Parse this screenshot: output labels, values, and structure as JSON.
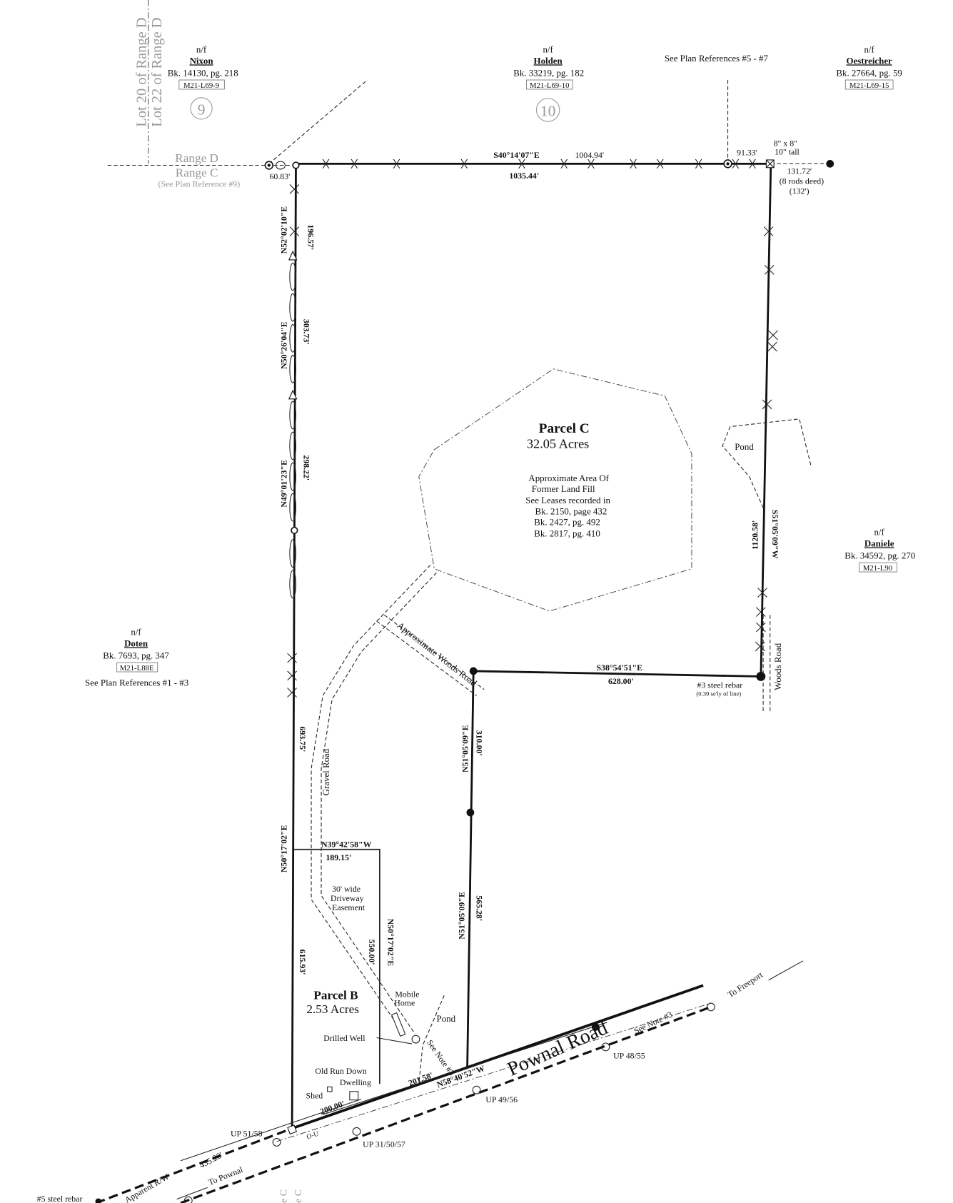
{
  "neighbors": {
    "nixon": {
      "nf": "n/f",
      "name": "Nixon",
      "deed": "Bk. 14130,  pg. 218",
      "map_id": "M21-L69-9",
      "lot_number": "9"
    },
    "holden": {
      "nf": "n/f",
      "name": "Holden",
      "deed": "Bk. 33219,  pg. 182",
      "map_id": "M21-L69-10",
      "lot_number": "10"
    },
    "oestreicher": {
      "nf": "n/f",
      "name": "Oestreicher",
      "deed": "Bk. 27664,  pg. 59",
      "map_id": "M21-L69-15"
    },
    "daniele": {
      "nf": "n/f",
      "name": "Daniele",
      "deed": "Bk. 34592,  pg. 270",
      "map_id": "M21-L90"
    },
    "doten": {
      "nf": "n/f",
      "name": "Doten",
      "deed": "Bk. 7693,  pg. 347",
      "map_id": "M21-L88E",
      "note": "See Plan References #1 - #3"
    }
  },
  "lot_labels": {
    "lot20": "Lot 20 of Range D",
    "lot22": "Lot 22 of Range D",
    "range_d": "Range D",
    "range_c": "Range C",
    "range_ref": "(See Plan Reference #9)",
    "plan_refs_5_7": "See Plan References #5 - #7",
    "bottom_c1": "e C",
    "bottom_c2": "e C"
  },
  "parcel_c": {
    "title": "Parcel C",
    "area": "32.05 Acres",
    "notes": [
      "Approximate Area Of",
      "Former Land Fill",
      "See Leases recorded in",
      "Bk. 2150, page 432",
      "Bk. 2427, pg. 492",
      "Bk. 2817, pg. 410"
    ]
  },
  "parcel_b": {
    "title": "Parcel B",
    "area": "2.53 Acres"
  },
  "bearings": {
    "top_bearing": "S40°14'07\"E",
    "top_deed": "1004.94'",
    "top_dist": "1035.44'",
    "top_left": "60.83'",
    "top_right": "91.33'",
    "post": "8\" x 8\"",
    "post2": "10\" tall",
    "ne_dist": "131.72'",
    "ne_deed": "(8 rods deed)",
    "ne_deed2": "(132')",
    "w1_bearing": "N52°02'10\"E",
    "w1_dist": "196.57'",
    "w2_bearing": "N50°26'04\"E",
    "w2_dist": "303.73'",
    "w3_bearing": "N49°01'23\"E",
    "w3_dist": "298.22'",
    "w4_dist": "693.75'",
    "w4_bearing": "N50°17'02\"E",
    "w5_dist": "615.93'",
    "e_dist": "1120.58'",
    "e_bearing": "S51°05'09\"W",
    "s_bearing": "S38°54'51\"E",
    "s_dist": "628.00'",
    "c_w1_bearing": "N51°05'09\"E",
    "c_w1_dist": "310.00'",
    "c_w2_bearing": "N51°05'09\"E",
    "c_w2_dist": "565.28'",
    "b_top_bearing": "N39°42'58\"W",
    "b_top_dist": "189.15'",
    "b_e_dist": "550.00'",
    "b_e_bearing": "N50°17'02\"E",
    "road_dist1": "200.00'",
    "road_dist2": "201.58'",
    "road_bearing": "N58°40'52\"W",
    "rw_dist": "435.20'"
  },
  "features": {
    "steel_rebar3": "#3 steel rebar",
    "steel_rebar3_note": "(0.39 se'ly of line)",
    "steel_rebar5": "#5 steel rebar",
    "pond1": "Pond",
    "pond2": "Pond",
    "woods_road": "Woods Road",
    "approx_woods_road": "Approximate Woods Road",
    "gravel_road": "Gravel Road",
    "easement": [
      "30' wide",
      "Driveway",
      "Easement"
    ],
    "mobile_home": [
      "Mobile",
      "Home"
    ],
    "drilled_well": "Drilled Well",
    "dwelling": [
      "Old Run Down",
      "Dwelling"
    ],
    "shed": "Shed",
    "see_note3": "See Note #3",
    "see_note3b": "See Note #3",
    "road_name": "Pownal Road",
    "to_freeport": "To Freeport",
    "to_pownal": "To Pownal",
    "apparent_rw": "Apparent R/W",
    "up1": "UP 51/58",
    "up2": "UP 31/50/57",
    "up3": "UP 49/56",
    "up4": "UP 48/55",
    "ou": "O-U"
  }
}
